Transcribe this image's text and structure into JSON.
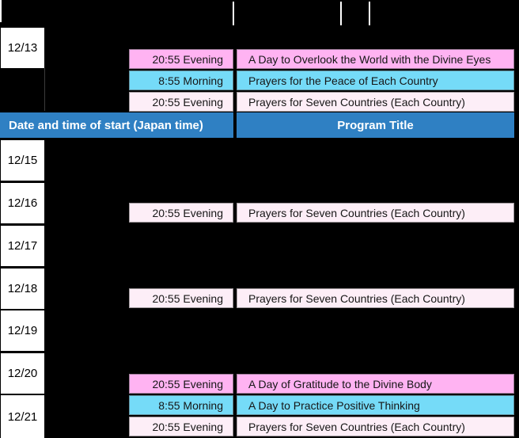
{
  "table": {
    "header": {
      "date_time_col": "Date and time of start (Japan time)",
      "program_col": "Program Title"
    },
    "dates": [
      {
        "label": "12/13"
      },
      {
        "label": "12/15"
      },
      {
        "label": "12/16"
      },
      {
        "label": "12/17"
      },
      {
        "label": "12/18"
      },
      {
        "label": "12/19"
      },
      {
        "label": "12/20"
      },
      {
        "label": "12/21"
      }
    ],
    "events": [
      {
        "time": "20:55 Evening",
        "title": "A Day to Overlook the World with the Divine Eyes",
        "color": "pink"
      },
      {
        "time": "8:55 Morning",
        "title": "Prayers for the Peace of Each Country",
        "color": "cyan"
      },
      {
        "time": "20:55 Evening",
        "title": "Prayers for Seven Countries (Each Country)",
        "color": "pale_pink"
      },
      {
        "time": "20:55 Evening",
        "title": "Prayers for Seven Countries (Each Country)",
        "color": "pale_pink"
      },
      {
        "time": "20:55 Evening",
        "title": "Prayers for Seven Countries (Each Country)",
        "color": "pale_pink"
      },
      {
        "time": "20:55 Evening",
        "title": "A Day of Gratitude to the Divine Body",
        "color": "pink"
      },
      {
        "time": "8:55 Morning",
        "title": "A Day to Practice Positive Thinking",
        "color": "cyan"
      },
      {
        "time": "20:55 Evening",
        "title": "Prayers for Seven Countries (Each Country)",
        "color": "pale_pink"
      }
    ],
    "colors": {
      "background": "#000000",
      "date_cell_bg": "#FFFFFF",
      "pink": "#FFB3F2",
      "cyan": "#75DBF8",
      "pale_pink": "#FDEEF7",
      "header_blue": "#2F80C3",
      "header_text": "#FFFFFF",
      "cell_text": "#161616"
    }
  }
}
